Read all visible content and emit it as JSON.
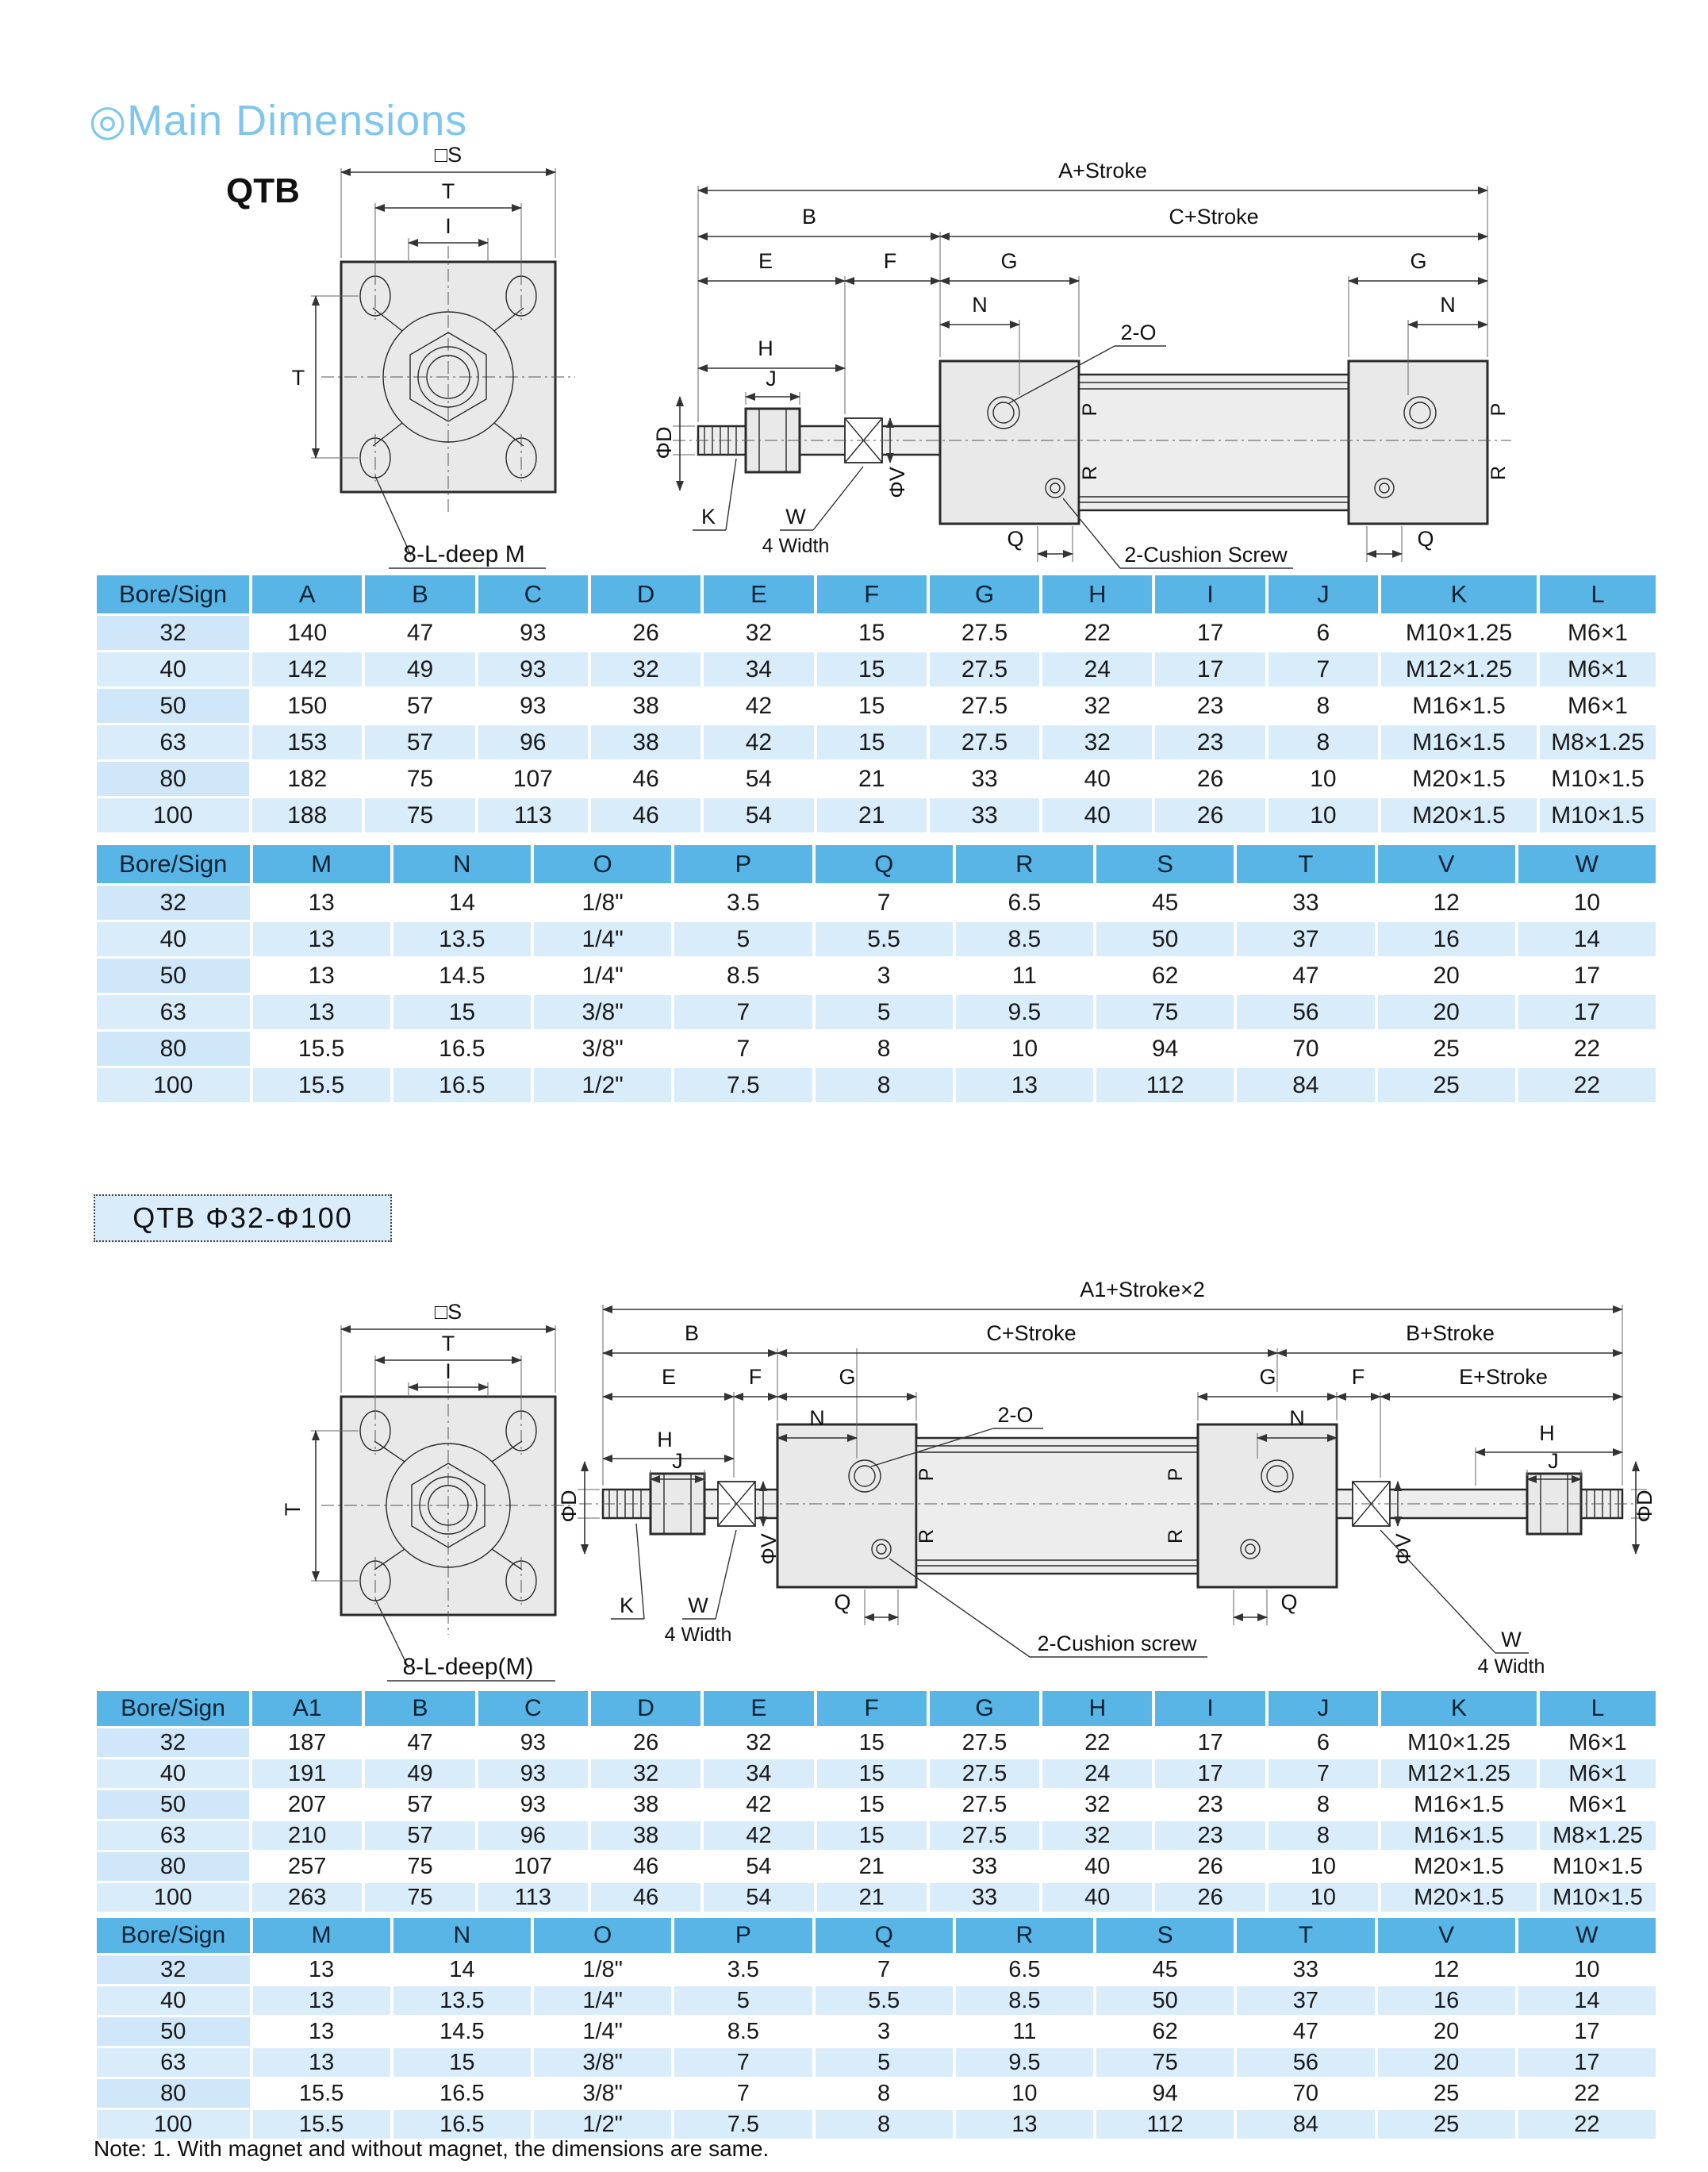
{
  "page": {
    "title": "◎Main Dimensions",
    "model_label": "QTB",
    "section2_heading": "QTB Φ32-Φ100",
    "note": "Note: 1. With magnet and without magnet, the dimensions are same."
  },
  "colors": {
    "title_blue": "#7fc6ee",
    "table_header_blue": "#58b5e6",
    "row_light_blue": "#d9ecfa",
    "bore_column_blue": "#cfe7f8",
    "heading_box_blue": "#d9ecfa"
  },
  "diagram_labels": {
    "front1": {
      "s": "□S",
      "t_top": "T",
      "i": "I",
      "t_side": "T",
      "bolt_note": "8-L-deep M"
    },
    "side1": {
      "a_stroke": "A+Stroke",
      "b": "B",
      "c_stroke": "C+Stroke",
      "e": "E",
      "f": "F",
      "g_left": "G",
      "g_right": "G",
      "n_left": "N",
      "n_right": "N",
      "h": "H",
      "j": "J",
      "two_o": "2-O",
      "phi_d": "ΦD",
      "phi_v": "ΦV",
      "k": "K",
      "w": "W",
      "four_width": "4 Width",
      "p_front": "P",
      "r_front": "R",
      "p_rear": "P",
      "r_rear": "R",
      "q_left": "Q",
      "q_right": "Q",
      "cushion": "2-Cushion Screw"
    },
    "front2": {
      "s": "□S",
      "t_top": "T",
      "i": "I",
      "t_side": "T",
      "bolt_note": "8-L-deep(M)"
    },
    "side2": {
      "a1_stroke": "A1+Stroke×2",
      "b": "B",
      "c_stroke": "C+Stroke",
      "b_stroke": "B+Stroke",
      "e": "E",
      "f_left": "F",
      "g_left": "G",
      "g_right": "G",
      "f_right": "F",
      "e_stroke": "E+Stroke",
      "n_left": "N",
      "n_right": "N",
      "h_left": "H",
      "h_right": "H",
      "j_left": "J",
      "j_right": "J",
      "two_o": "2-O",
      "phi_d_left": "ΦD",
      "phi_v_left": "ΦV",
      "phi_v_right": "ΦV",
      "phi_d_right": "ΦD",
      "k": "K",
      "w_left": "W",
      "four_width_left": "4 Width",
      "w_right": "W",
      "four_width_right": "4 Width",
      "p_front": "P",
      "r_front": "R",
      "p_rear": "P",
      "r_rear": "R",
      "q_left": "Q",
      "q_right": "Q",
      "cushion": "2-Cushion screw"
    }
  },
  "tables": {
    "t1": {
      "headers": [
        "Bore/Sign",
        "A",
        "B",
        "C",
        "D",
        "E",
        "F",
        "G",
        "H",
        "I",
        "J",
        "K",
        "L"
      ],
      "rows": [
        [
          "32",
          "140",
          "47",
          "93",
          "26",
          "32",
          "15",
          "27.5",
          "22",
          "17",
          "6",
          "M10×1.25",
          "M6×1"
        ],
        [
          "40",
          "142",
          "49",
          "93",
          "32",
          "34",
          "15",
          "27.5",
          "24",
          "17",
          "7",
          "M12×1.25",
          "M6×1"
        ],
        [
          "50",
          "150",
          "57",
          "93",
          "38",
          "42",
          "15",
          "27.5",
          "32",
          "23",
          "8",
          "M16×1.5",
          "M6×1"
        ],
        [
          "63",
          "153",
          "57",
          "96",
          "38",
          "42",
          "15",
          "27.5",
          "32",
          "23",
          "8",
          "M16×1.5",
          "M8×1.25"
        ],
        [
          "80",
          "182",
          "75",
          "107",
          "46",
          "54",
          "21",
          "33",
          "40",
          "26",
          "10",
          "M20×1.5",
          "M10×1.5"
        ],
        [
          "100",
          "188",
          "75",
          "113",
          "46",
          "54",
          "21",
          "33",
          "40",
          "26",
          "10",
          "M20×1.5",
          "M10×1.5"
        ]
      ]
    },
    "t2": {
      "headers": [
        "Bore/Sign",
        "M",
        "N",
        "O",
        "P",
        "Q",
        "R",
        "S",
        "T",
        "V",
        "W"
      ],
      "rows": [
        [
          "32",
          "13",
          "14",
          "1/8\"",
          "3.5",
          "7",
          "6.5",
          "45",
          "33",
          "12",
          "10"
        ],
        [
          "40",
          "13",
          "13.5",
          "1/4\"",
          "5",
          "5.5",
          "8.5",
          "50",
          "37",
          "16",
          "14"
        ],
        [
          "50",
          "13",
          "14.5",
          "1/4\"",
          "8.5",
          "3",
          "11",
          "62",
          "47",
          "20",
          "17"
        ],
        [
          "63",
          "13",
          "15",
          "3/8\"",
          "7",
          "5",
          "9.5",
          "75",
          "56",
          "20",
          "17"
        ],
        [
          "80",
          "15.5",
          "16.5",
          "3/8\"",
          "7",
          "8",
          "10",
          "94",
          "70",
          "25",
          "22"
        ],
        [
          "100",
          "15.5",
          "16.5",
          "1/2\"",
          "7.5",
          "8",
          "13",
          "112",
          "84",
          "25",
          "22"
        ]
      ]
    },
    "t3": {
      "headers": [
        "Bore/Sign",
        "A1",
        "B",
        "C",
        "D",
        "E",
        "F",
        "G",
        "H",
        "I",
        "J",
        "K",
        "L"
      ],
      "rows": [
        [
          "32",
          "187",
          "47",
          "93",
          "26",
          "32",
          "15",
          "27.5",
          "22",
          "17",
          "6",
          "M10×1.25",
          "M6×1"
        ],
        [
          "40",
          "191",
          "49",
          "93",
          "32",
          "34",
          "15",
          "27.5",
          "24",
          "17",
          "7",
          "M12×1.25",
          "M6×1"
        ],
        [
          "50",
          "207",
          "57",
          "93",
          "38",
          "42",
          "15",
          "27.5",
          "32",
          "23",
          "8",
          "M16×1.5",
          "M6×1"
        ],
        [
          "63",
          "210",
          "57",
          "96",
          "38",
          "42",
          "15",
          "27.5",
          "32",
          "23",
          "8",
          "M16×1.5",
          "M8×1.25"
        ],
        [
          "80",
          "257",
          "75",
          "107",
          "46",
          "54",
          "21",
          "33",
          "40",
          "26",
          "10",
          "M20×1.5",
          "M10×1.5"
        ],
        [
          "100",
          "263",
          "75",
          "113",
          "46",
          "54",
          "21",
          "33",
          "40",
          "26",
          "10",
          "M20×1.5",
          "M10×1.5"
        ]
      ]
    },
    "t4": {
      "headers": [
        "Bore/Sign",
        "M",
        "N",
        "O",
        "P",
        "Q",
        "R",
        "S",
        "T",
        "V",
        "W"
      ],
      "rows": [
        [
          "32",
          "13",
          "14",
          "1/8\"",
          "3.5",
          "7",
          "6.5",
          "45",
          "33",
          "12",
          "10"
        ],
        [
          "40",
          "13",
          "13.5",
          "1/4\"",
          "5",
          "5.5",
          "8.5",
          "50",
          "37",
          "16",
          "14"
        ],
        [
          "50",
          "13",
          "14.5",
          "1/4\"",
          "8.5",
          "3",
          "11",
          "62",
          "47",
          "20",
          "17"
        ],
        [
          "63",
          "13",
          "15",
          "3/8\"",
          "7",
          "5",
          "9.5",
          "75",
          "56",
          "20",
          "17"
        ],
        [
          "80",
          "15.5",
          "16.5",
          "3/8\"",
          "7",
          "8",
          "10",
          "94",
          "70",
          "25",
          "22"
        ],
        [
          "100",
          "15.5",
          "16.5",
          "1/2\"",
          "7.5",
          "8",
          "13",
          "112",
          "84",
          "25",
          "22"
        ]
      ]
    }
  }
}
